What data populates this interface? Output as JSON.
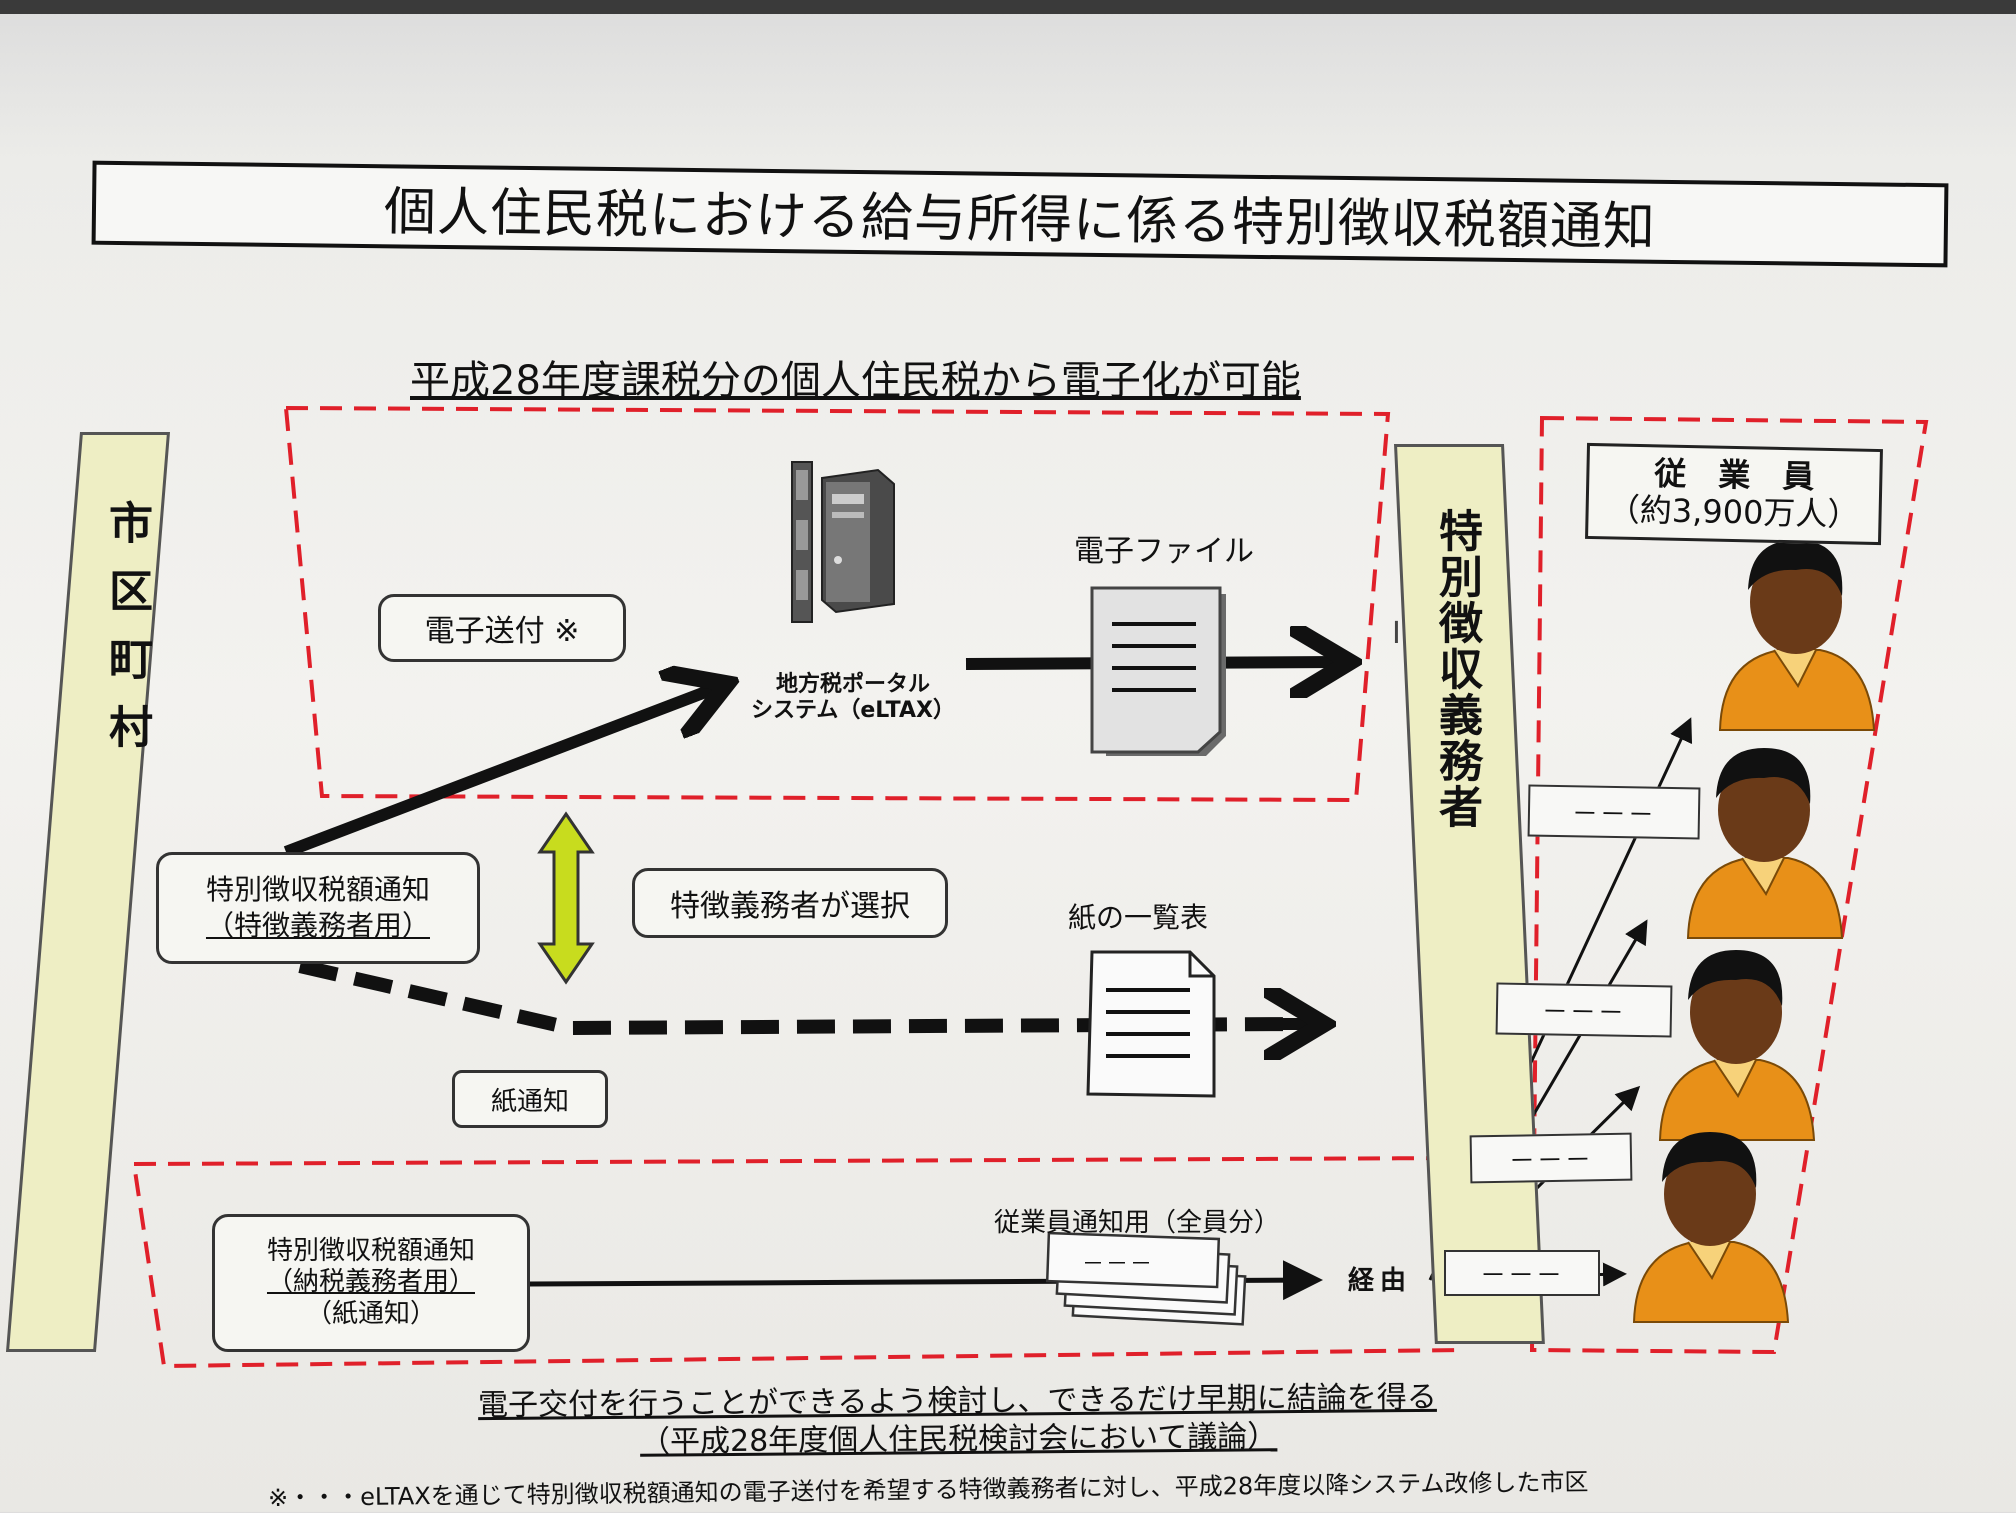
{
  "title": "個人住民税における給与所得に係る特別徴収税額通知",
  "subtitle": "平成28年度課税分の個人住民税から電子化が可能",
  "municipality_label": "市区町村",
  "obligor_label": "特別徴収義務者",
  "via_label": "経由",
  "employees_box": {
    "line1": "従　業　員",
    "line2": "（約3,900万人）"
  },
  "electronic_send": "電子送付 ※",
  "portal": {
    "line1": "地方税ポータル",
    "line2": "システム（eLTAX）"
  },
  "electronic_file": "電子ファイル",
  "notice_obligor": {
    "line1": "特別徴収税額通知",
    "line2": "（特徴義務者用）"
  },
  "choice_label": "特徴義務者が選択",
  "paper_list": "紙の一覧表",
  "paper_notice": "紙通知",
  "notice_taxpayer": {
    "line1": "特別徴収税額通知",
    "line2": "（納税義務者用）",
    "line3": "（紙通知）"
  },
  "employee_notice": "従業員通知用（全員分）",
  "slip_text": "－－－",
  "footer_line1": "電子交付を行うことができるよう検討し、できるだけ早期に結論を得る",
  "footer_line2": "（平成28年度個人住民税検討会において議論）",
  "footnote": "※・・・eLTAXを通じて特別徴収税額通知の電子送付を希望する特徴義務者に対し、平成28年度以降システム改修した市区",
  "colors": {
    "dash_red": "#e0202a",
    "bar_fill": "#eeeec4",
    "arrow_green": "#c8dc1e",
    "person_orange": "#e89018"
  }
}
